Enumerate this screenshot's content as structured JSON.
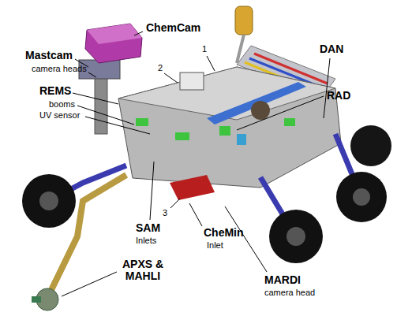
{
  "diagram": {
    "labels": [
      "ChemCam",
      "Mastcam",
      "camera heads",
      "REMS",
      "booms",
      "UV sensor",
      "DAN",
      "RAD",
      "SAM",
      "Inlets",
      "CheMin",
      "Inlet",
      "APXS & MAHLI",
      "MARDI",
      "camera head",
      "1",
      "2",
      "3"
    ]
  }
}
